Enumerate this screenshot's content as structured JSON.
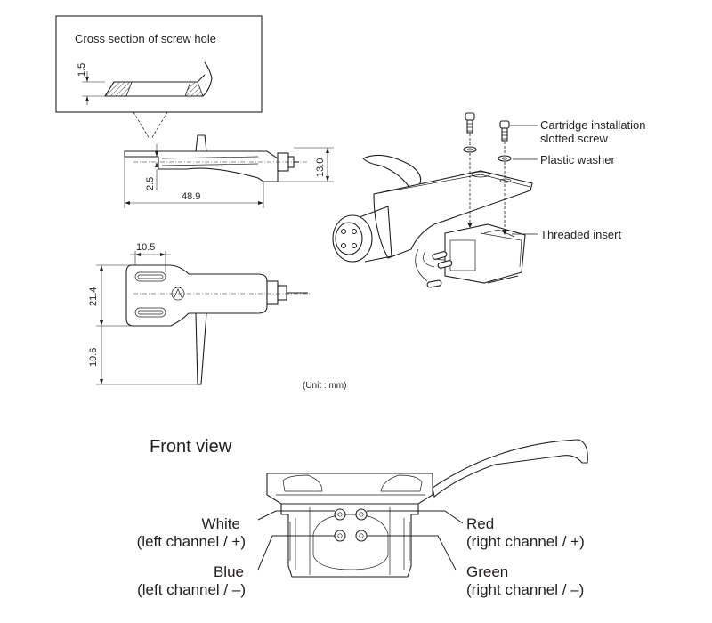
{
  "cross_section": {
    "title": "Cross section of screw hole",
    "dim_height": "1.5"
  },
  "side_view": {
    "dim_height": "13.0",
    "dim_offset": "2.5",
    "dim_length": "48.9"
  },
  "top_view": {
    "dim_slot": "10.5",
    "dim_width": "21.4",
    "dim_lift": "19.6"
  },
  "unit_note": "(Unit : mm)",
  "exploded_labels": {
    "screw_line1": "Cartridge installation",
    "screw_line2": "slotted screw",
    "washer": "Plastic washer",
    "insert": "Threaded insert"
  },
  "front_view": {
    "title": "Front view",
    "white_line1": "White",
    "white_line2": "(left channel / +)",
    "blue_line1": "Blue",
    "blue_line2": "(left channel / –)",
    "red_line1": "Red",
    "red_line2": "(right channel / +)",
    "green_line1": "Green",
    "green_line2": "(right channel / –)"
  }
}
